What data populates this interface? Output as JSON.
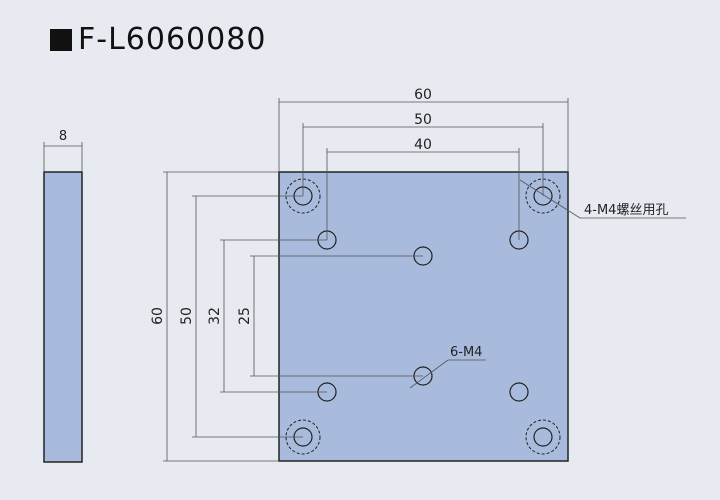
{
  "title": "F-L6060080",
  "dimensions": {
    "side_thickness": "8",
    "top_overall": "60",
    "top_mid": "50",
    "top_inner": "40",
    "left_overall": "60",
    "left_mid": "50",
    "left_32": "32",
    "left_25": "25"
  },
  "callouts": {
    "mount_holes": "4-M4螺丝用孔",
    "threaded_holes": "6-M4"
  },
  "colors": {
    "plate_fill": "#a9bbdc",
    "plate_stroke": "#222222",
    "background": "#e7ebf1"
  }
}
